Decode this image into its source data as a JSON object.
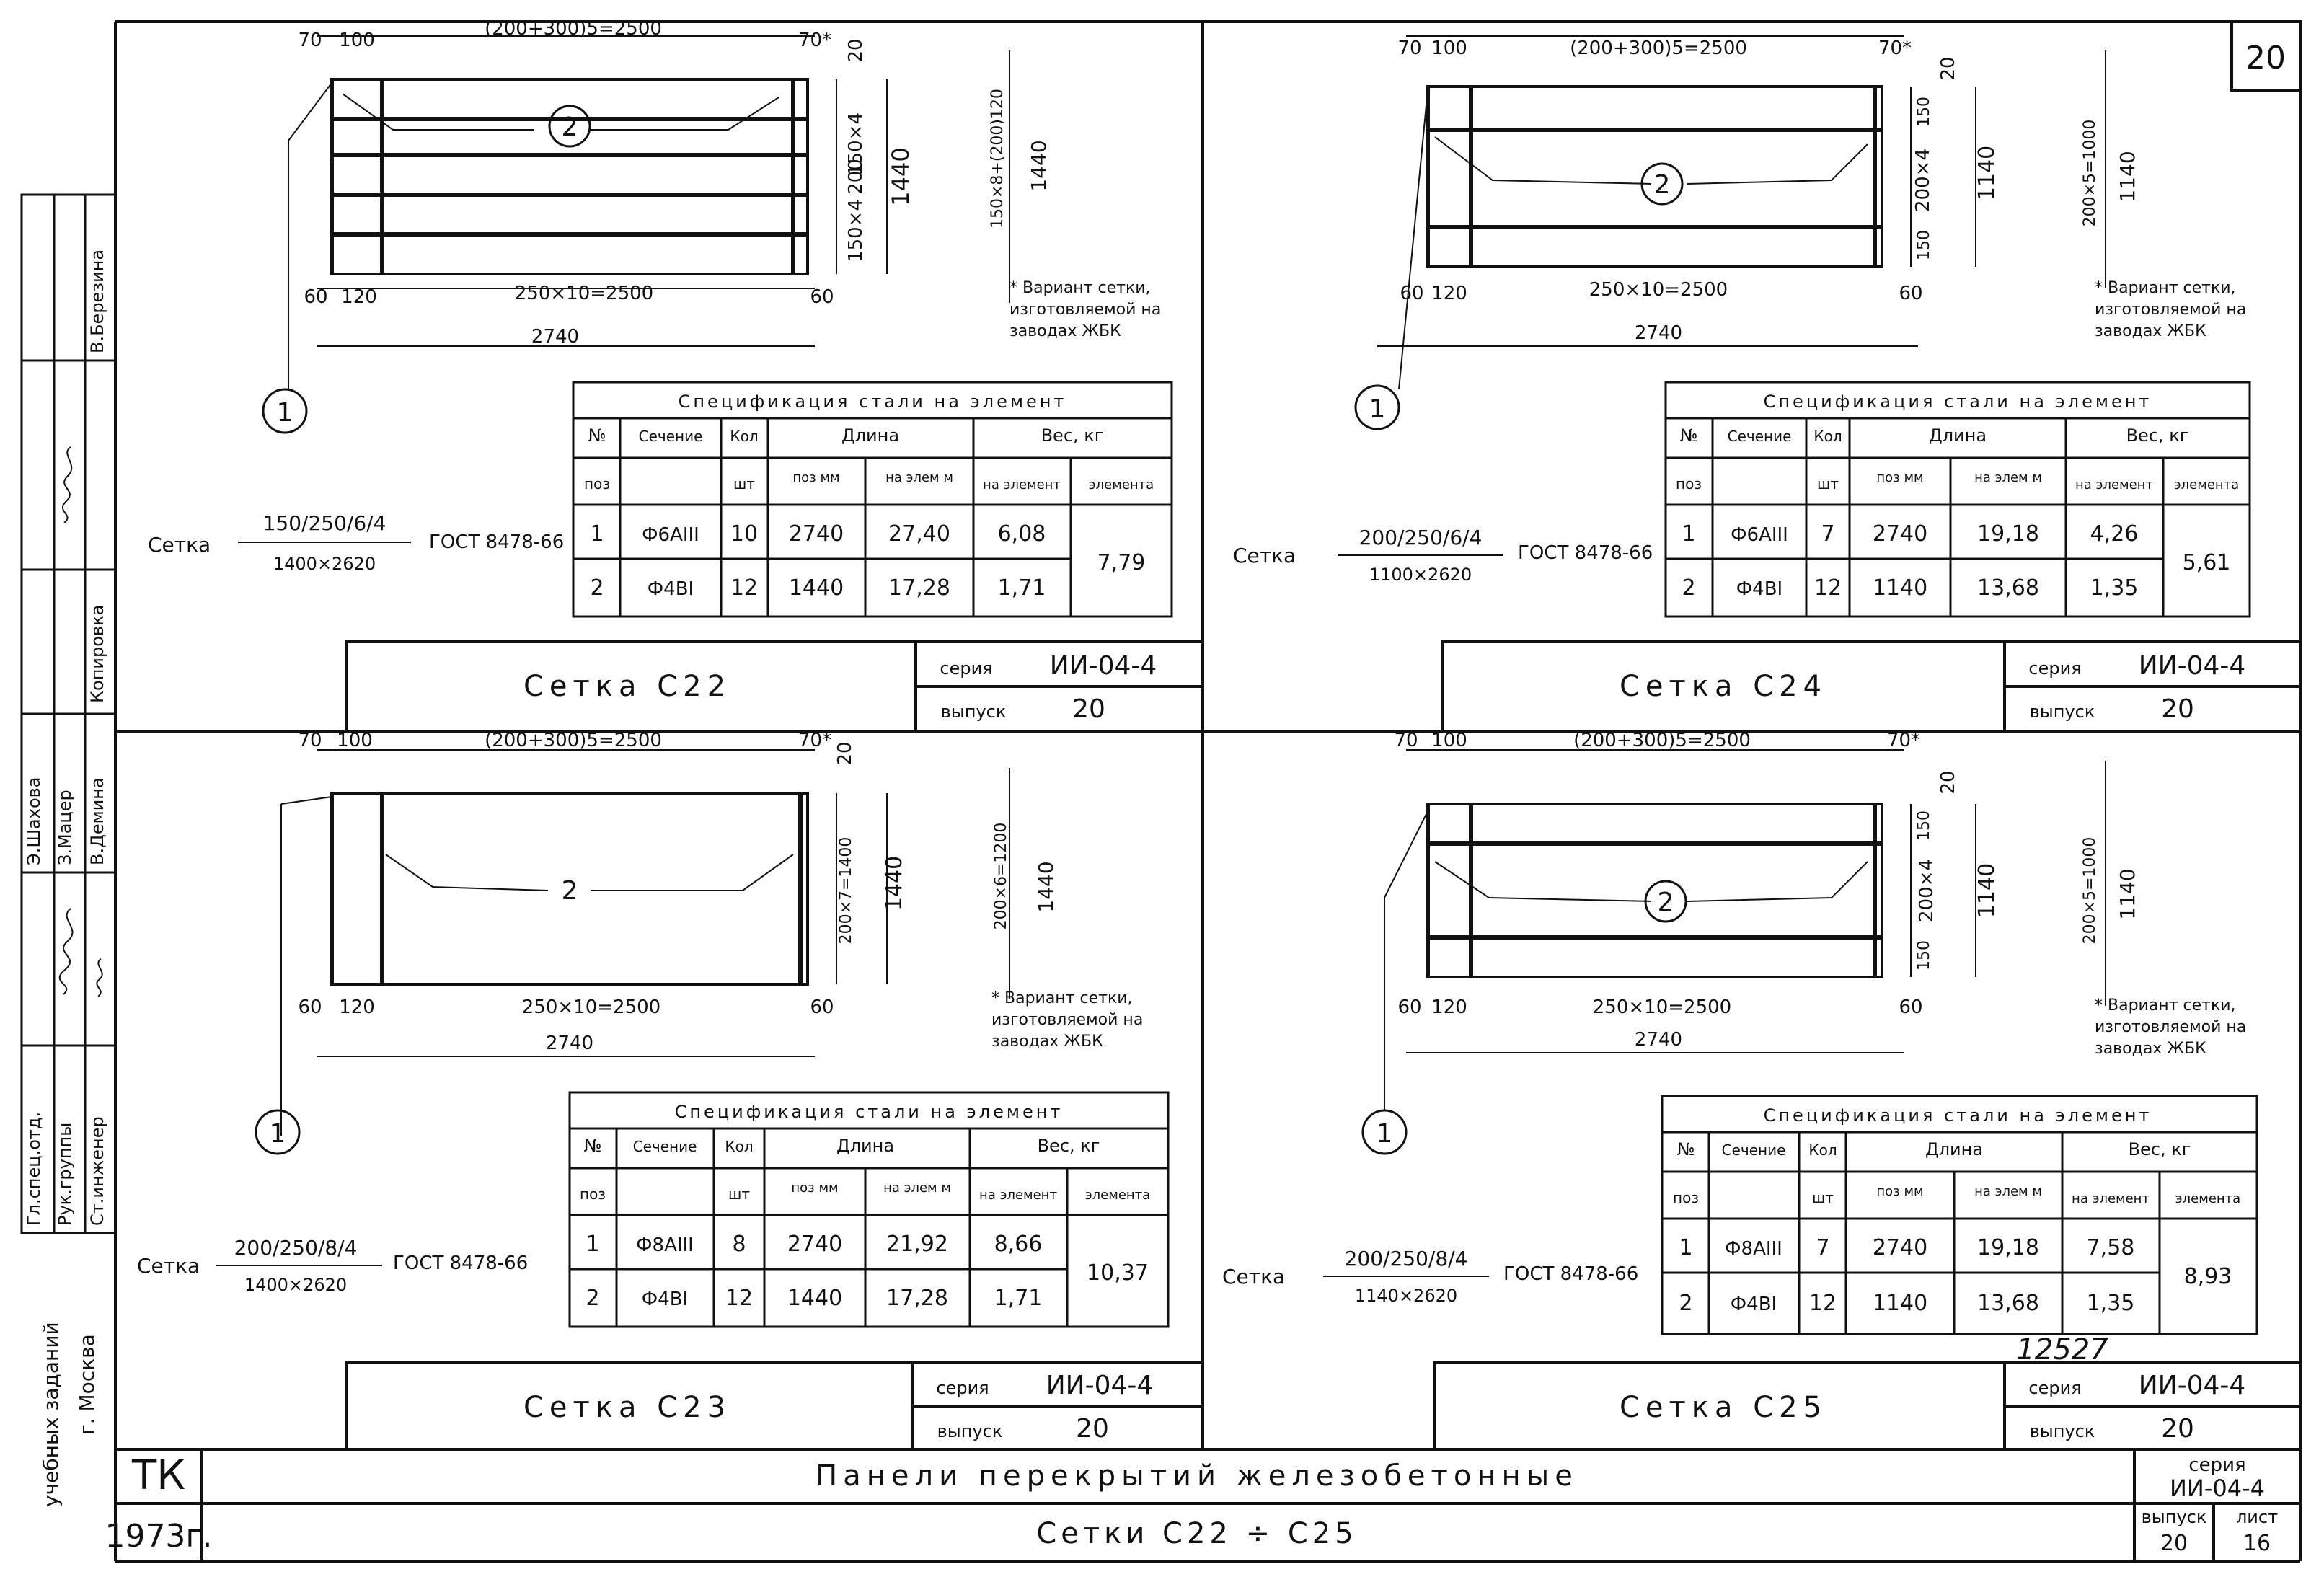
{
  "page_number": "20",
  "corner_tag": "12527",
  "left_strip": {
    "city": "г. Москва",
    "institute": "учебных заданий",
    "roles": [
      "Гл.спец.отд.",
      "Рук.группы",
      "Ст.инженер"
    ],
    "names": [
      "Э.Шахова",
      "З.Мацер",
      "В.Демина"
    ],
    "copy_label": "Копировка",
    "copy_name": "В.Березина"
  },
  "footer": {
    "org": "ТК",
    "year": "1973г.",
    "title": "Панели перекрытий железобетонные",
    "subtitle": "Сетки С22 ÷ С25",
    "series_label": "серия",
    "series": "ИИ-04-4",
    "issue_label": "выпуск",
    "issue": "20",
    "sheet_label": "лист",
    "sheet": "16"
  },
  "common": {
    "spec_title": "Спецификация стали на элемент",
    "col_no": "№",
    "col_pos": "поз",
    "col_section": "Сечение",
    "col_qty": "Кол",
    "col_qty_unit": "шт",
    "col_length": "Длина",
    "col_len_pos": "поз мм",
    "col_len_elem": "на элем м",
    "col_weight": "Вес, кг",
    "col_w_pos": "на элемент",
    "col_w_elem": "элемента",
    "series_label": "серия",
    "issue_label": "выпуск",
    "gost": "ГОСТ 8478-66",
    "mesh_word": "Сетка",
    "ref1": "1",
    "ref2": "2"
  },
  "panels": [
    {
      "name": "Сетка С22",
      "series": "ИИ-04-4",
      "issue": "20",
      "formula_top": "150/250/6/4",
      "formula_bottom": "1400×2620",
      "dim_top": "(200+300)5=2500",
      "dim_bottom": "250×10=2500",
      "dim_total": "2740",
      "dim_left": "70",
      "dim_left2": "100",
      "dim_right": "70*",
      "dim_bl": "60",
      "dim_bl2": "120",
      "dim_br": "60",
      "vert_1": "150×4",
      "vert_2": "200",
      "vert_3": "150×4",
      "vert_total": "1440",
      "vert_alt": "150×8+(200)120",
      "vert_alt_total": "1440",
      "vert_20": "20",
      "note": "* Вариант сетки, изготовляемой на заводах ЖБК",
      "rows": [
        {
          "pos": "1",
          "section": "Ф6АIII",
          "qty": "10",
          "len_pos": "2740",
          "len_elem": "27,40",
          "w_pos": "6,08"
        },
        {
          "pos": "2",
          "section": "Ф4ВI",
          "qty": "12",
          "len_pos": "1440",
          "len_elem": "17,28",
          "w_pos": "1,71"
        }
      ],
      "total_weight": "7,79"
    },
    {
      "name": "Сетка С24",
      "series": "ИИ-04-4",
      "issue": "20",
      "formula_top": "200/250/6/4",
      "formula_bottom": "1100×2620",
      "dim_top": "(200+300)5=2500",
      "dim_bottom": "250×10=2500",
      "dim_total": "2740",
      "dim_left": "70",
      "dim_left2": "100",
      "dim_right": "70*",
      "dim_bl": "60",
      "dim_bl2": "120",
      "dim_br": "60",
      "vert_1": "150",
      "vert_2": "200×4",
      "vert_3": "150",
      "vert_total": "1140",
      "vert_alt": "200×5=1000",
      "vert_alt_total": "1140",
      "vert_20": "20",
      "note": "* Вариант сетки, изготовляемой на заводах ЖБК",
      "rows": [
        {
          "pos": "1",
          "section": "Ф6АIII",
          "qty": "7",
          "len_pos": "2740",
          "len_elem": "19,18",
          "w_pos": "4,26"
        },
        {
          "pos": "2",
          "section": "Ф4ВI",
          "qty": "12",
          "len_pos": "1140",
          "len_elem": "13,68",
          "w_pos": "1,35"
        }
      ],
      "total_weight": "5,61"
    },
    {
      "name": "Сетка С23",
      "series": "ИИ-04-4",
      "issue": "20",
      "formula_top": "200/250/8/4",
      "formula_bottom": "1400×2620",
      "dim_top": "(200+300)5=2500",
      "dim_bottom": "250×10=2500",
      "dim_total": "2740",
      "dim_left": "70",
      "dim_left2": "100",
      "dim_right": "70*",
      "dim_bl": "60",
      "dim_bl2": "120",
      "dim_br": "60",
      "vert_1": "",
      "vert_2": "200×7=1400",
      "vert_3": "",
      "vert_total": "1440",
      "vert_alt": "200×6=1200",
      "vert_alt_total": "1440",
      "vert_20": "20",
      "note": "* Вариант сетки, изготовляемой на заводах ЖБК",
      "rows": [
        {
          "pos": "1",
          "section": "Ф8АIII",
          "qty": "8",
          "len_pos": "2740",
          "len_elem": "21,92",
          "w_pos": "8,66"
        },
        {
          "pos": "2",
          "section": "Ф4ВI",
          "qty": "12",
          "len_pos": "1440",
          "len_elem": "17,28",
          "w_pos": "1,71"
        }
      ],
      "total_weight": "10,37"
    },
    {
      "name": "Сетка С25",
      "series": "ИИ-04-4",
      "issue": "20",
      "formula_top": "200/250/8/4",
      "formula_bottom": "1140×2620",
      "dim_top": "(200+300)5=2500",
      "dim_bottom": "250×10=2500",
      "dim_total": "2740",
      "dim_left": "70",
      "dim_left2": "100",
      "dim_right": "70*",
      "dim_bl": "60",
      "dim_bl2": "120",
      "dim_br": "60",
      "vert_1": "150",
      "vert_2": "200×4",
      "vert_3": "150",
      "vert_total": "1140",
      "vert_alt": "200×5=1000",
      "vert_alt_total": "1140",
      "vert_20": "20",
      "note": "* Вариант сетки, изготовляемой на заводах ЖБК",
      "rows": [
        {
          "pos": "1",
          "section": "Ф8АIII",
          "qty": "7",
          "len_pos": "2740",
          "len_elem": "19,18",
          "w_pos": "7,58"
        },
        {
          "pos": "2",
          "section": "Ф4ВI",
          "qty": "12",
          "len_pos": "1140",
          "len_elem": "13,68",
          "w_pos": "1,35"
        }
      ],
      "total_weight": "8,93"
    }
  ]
}
